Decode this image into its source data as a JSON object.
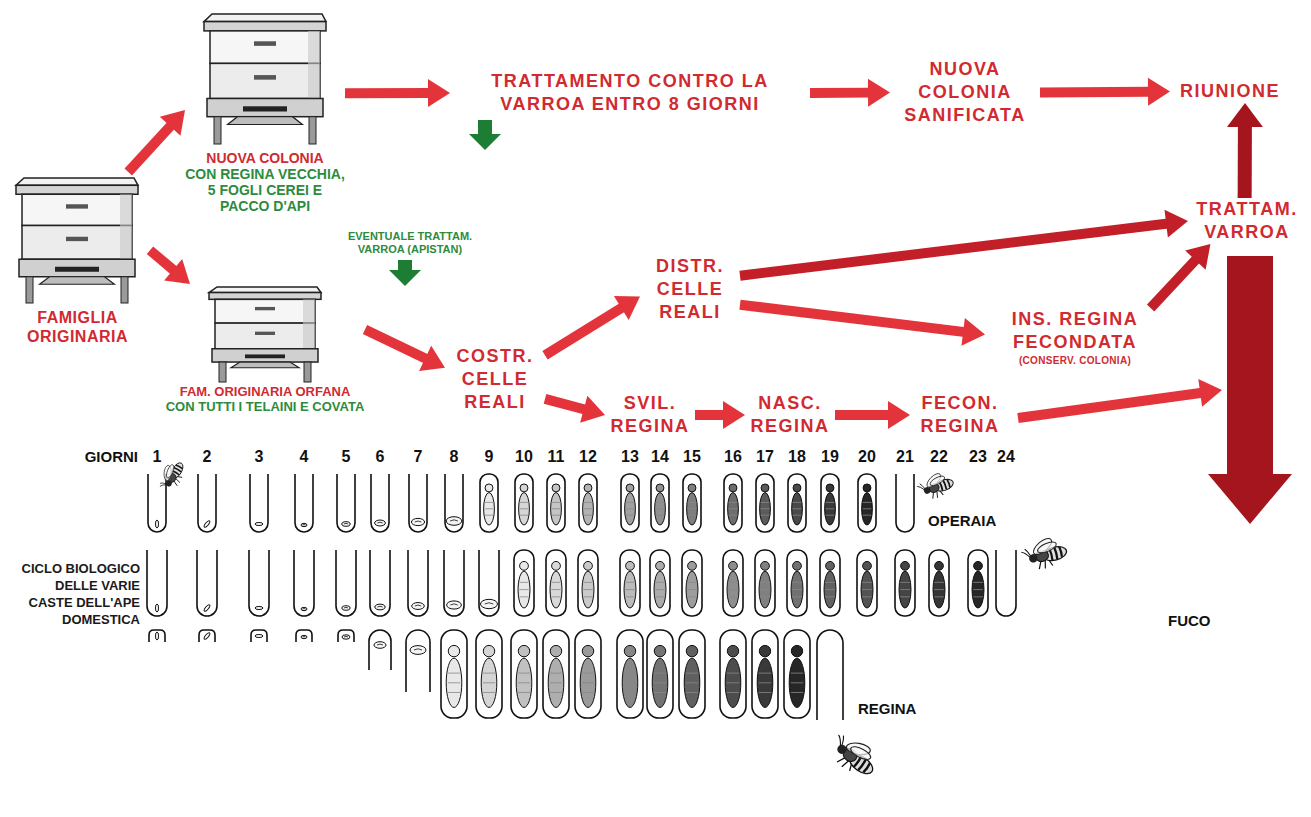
{
  "diagram": {
    "nodes": [
      {
        "text": [
          "FAMIGLIA ORIGINARIA"
        ]
      },
      {
        "text": [
          "NUOVA COLONIA",
          "CON REGINA VECCHIA, 5 FOGLI CEREI E PACCO D'API"
        ]
      },
      {
        "text": [
          "TRATTAMENTO CONTRO LA VARROA ENTRO 8 GIORNI"
        ]
      },
      {
        "text": [
          "NUOVA COLONIA SANIFICATA"
        ]
      },
      {
        "text": [
          "RIUNIONE"
        ]
      },
      {
        "text": [
          "FAM. ORIGINARIA ORFANA",
          "CON TUTTI I TELAINI E COVATA"
        ]
      },
      {
        "text": [
          "COSTR. CELLE REALI"
        ]
      },
      {
        "text": [
          "DISTR. CELLE REALI"
        ]
      },
      {
        "text": [
          "TRATTAM. VARROA"
        ]
      },
      {
        "text": [
          "INS. REGINA FECONDATA",
          "(CONSERV. COLONIA)"
        ]
      },
      {
        "text": [
          "SVIL. REGINA"
        ]
      },
      {
        "text": [
          "NASC. REGINA"
        ]
      },
      {
        "text": [
          "FECON. REGINA"
        ]
      }
    ],
    "edges": [
      {
        "from": 0,
        "to": 1,
        "arrow": "to"
      },
      {
        "from": 0,
        "to": 5,
        "arrow": "to"
      },
      {
        "from": 1,
        "to": 2,
        "arrow": "to"
      },
      {
        "from": 2,
        "to": 3,
        "arrow": "to"
      },
      {
        "from": 3,
        "to": 4,
        "arrow": "to"
      },
      {
        "from": 8,
        "to": 4,
        "arrow": "to"
      },
      {
        "from": 5,
        "to": 6,
        "arrow": "to"
      },
      {
        "from": 6,
        "to": 7,
        "arrow": "to"
      },
      {
        "from": 6,
        "to": 10,
        "arrow": "to"
      },
      {
        "from": 7,
        "to": 8,
        "arrow": "to"
      },
      {
        "from": 7,
        "to": 9,
        "arrow": "to"
      },
      {
        "from": 9,
        "to": 8,
        "arrow": "to"
      },
      {
        "from": 10,
        "to": 11,
        "arrow": "to"
      },
      {
        "from": 11,
        "to": 12,
        "arrow": "to"
      }
    ],
    "labels": [
      "EVENTUALE TRATTAM. VARROA (APISTAN)",
      "GIORNI",
      "1",
      "2",
      "3",
      "4",
      "5",
      "6",
      "7",
      "8",
      "9",
      "10",
      "11",
      "12",
      "13",
      "14",
      "15",
      "16",
      "17",
      "18",
      "19",
      "20",
      "21",
      "22",
      "23",
      "24",
      "OPERAIA",
      "CICLO BIOLOGICO DELLE VARIE CASTE DELL'APE DOMESTICA",
      "FUCO",
      "REGINA"
    ]
  }
}
